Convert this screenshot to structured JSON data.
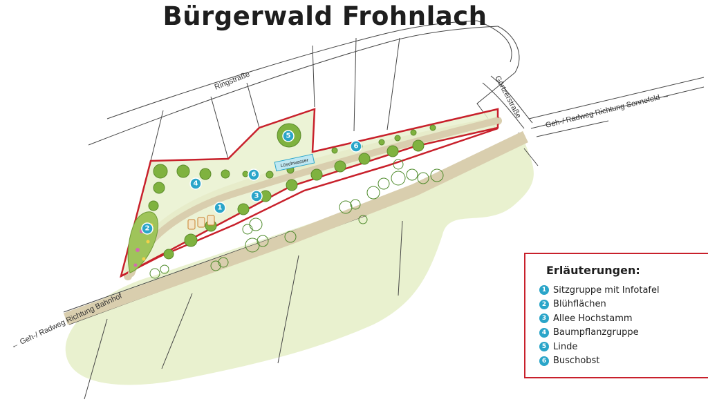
{
  "title": "Bürgerwald Frohnlach",
  "roads": {
    "ringstrasse": "Ringstraße",
    "goertzerstrasse": "Görtzerstraße",
    "path_sonnefeld": "Geh-/ Radweg Richtung Sonnefeld →",
    "path_bahnhof": "← Geh-/ Radweg Richtung Bahnhof"
  },
  "loeschwasser_label": "Löschwasser",
  "colors": {
    "boundary": "#c8202b",
    "marker": "#2aa5c9",
    "meadow": "#e9f1cf",
    "path": "#d9ceae",
    "tree": "#7fb23f"
  },
  "markers": [
    "1",
    "2",
    "3",
    "4",
    "5",
    "6",
    "6"
  ],
  "legend": {
    "title": "Erläuterungen:",
    "items": [
      {
        "num": "1",
        "label": "Sitzgruppe mit Infotafel"
      },
      {
        "num": "2",
        "label": "Blühflächen"
      },
      {
        "num": "3",
        "label": "Allee Hochstamm"
      },
      {
        "num": "4",
        "label": "Baumpflanzgruppe"
      },
      {
        "num": "5",
        "label": "Linde"
      },
      {
        "num": "6",
        "label": "Buschobst"
      }
    ]
  }
}
